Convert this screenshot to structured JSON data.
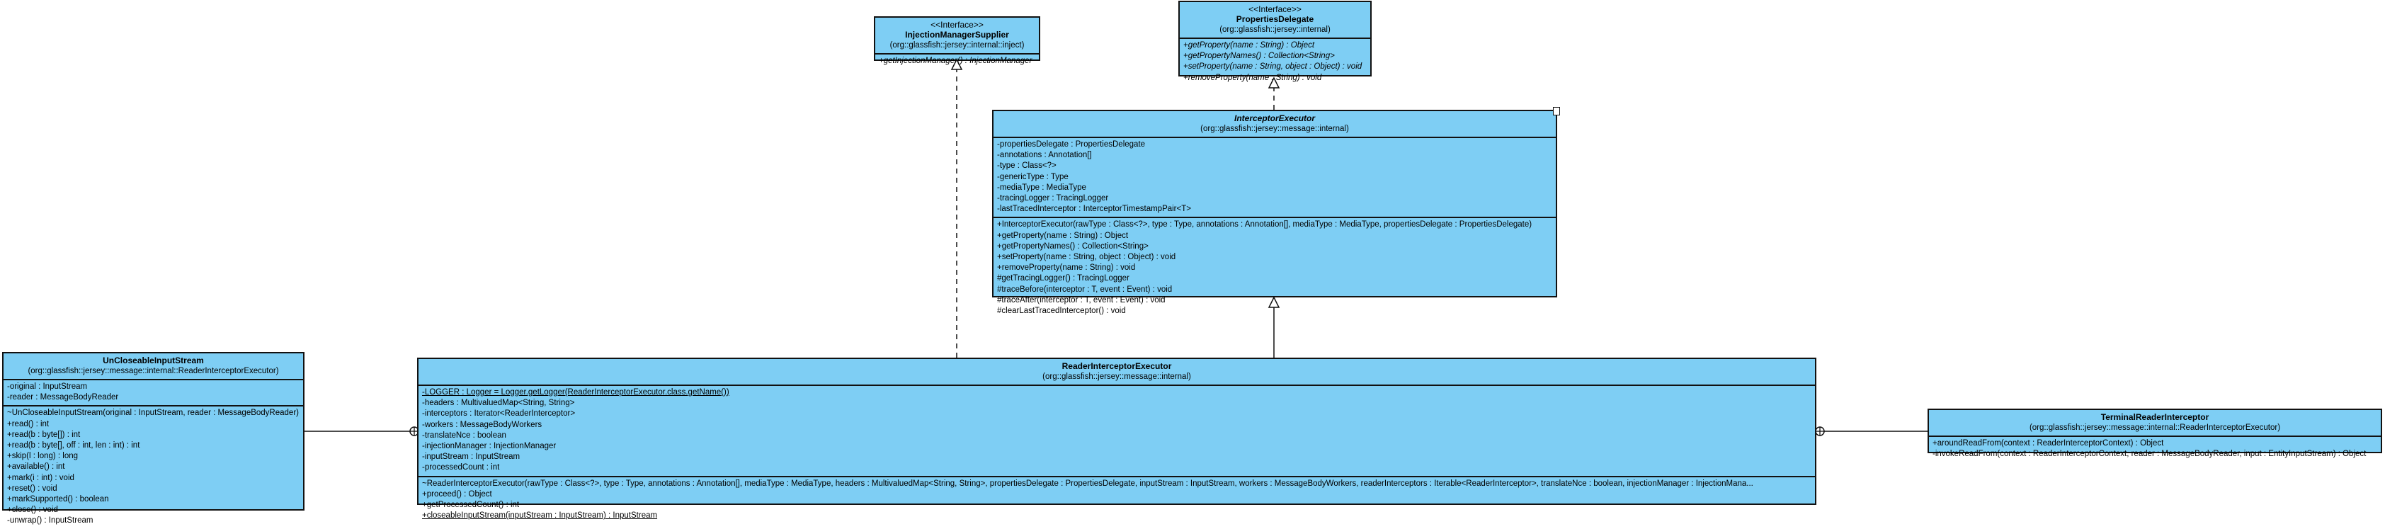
{
  "classes": {
    "injection_manager_supplier": {
      "stereotype": "<<Interface>>",
      "name": "InjectionManagerSupplier",
      "package": "(org::glassfish::jersey::internal::inject)",
      "methods": [
        "+getInjectionManager() : InjectionManager"
      ]
    },
    "properties_delegate": {
      "stereotype": "<<Interface>>",
      "name": "PropertiesDelegate",
      "package": "(org::glassfish::jersey::internal)",
      "methods": [
        "+getProperty(name : String) : Object",
        "+getPropertyNames() : Collection<String>",
        "+setProperty(name : String, object : Object) : void",
        "+removeProperty(name : String) : void"
      ]
    },
    "interceptor_executor": {
      "name": "InterceptorExecutor",
      "package": "(org::glassfish::jersey::message::internal)",
      "attributes": [
        "-propertiesDelegate : PropertiesDelegate",
        "-annotations : Annotation[]",
        "-type : Class<?>",
        "-genericType : Type",
        "-mediaType : MediaType",
        "-tracingLogger : TracingLogger",
        "-lastTracedInterceptor : InterceptorTimestampPair<T>"
      ],
      "methods": [
        "+InterceptorExecutor(rawType : Class<?>, type : Type, annotations : Annotation[], mediaType : MediaType, propertiesDelegate : PropertiesDelegate)",
        "+getProperty(name : String) : Object",
        "+getPropertyNames() : Collection<String>",
        "+setProperty(name : String, object : Object) : void",
        "+removeProperty(name : String) : void",
        "#getTracingLogger() : TracingLogger",
        "#traceBefore(interceptor : T, event : Event) : void",
        "#traceAfter(interceptor : T, event : Event) : void",
        "#clearLastTracedInterceptor() : void"
      ]
    },
    "reader_interceptor_executor": {
      "name": "ReaderInterceptorExecutor",
      "package": "(org::glassfish::jersey::message::internal)",
      "attributes": [
        "-LOGGER : Logger = Logger.getLogger(ReaderInterceptorExecutor.class.getName())",
        "-headers : MultivaluedMap<String, String>",
        "-interceptors : Iterator<ReaderInterceptor>",
        "-workers : MessageBodyWorkers",
        "-translateNce : boolean",
        "-injectionManager : InjectionManager",
        "-inputStream : InputStream",
        "-processedCount : int"
      ],
      "methods": [
        "~ReaderInterceptorExecutor(rawType : Class<?>, type : Type, annotations : Annotation[], mediaType : MediaType, headers : MultivaluedMap<String, String>, propertiesDelegate : PropertiesDelegate, inputStream : InputStream, workers : MessageBodyWorkers, readerInterceptors : Iterable<ReaderInterceptor>, translateNce : boolean, injectionManager : InjectionMana...",
        "+proceed() : Object",
        "+getProcessedCount() : int",
        "+closeableInputStream(inputStream : InputStream) : InputStream"
      ]
    },
    "uncloseable_input_stream": {
      "name": "UnCloseableInputStream",
      "package": "(org::glassfish::jersey::message::internal::ReaderInterceptorExecutor)",
      "attributes": [
        "-original : InputStream",
        "-reader : MessageBodyReader"
      ],
      "methods": [
        "~UnCloseableInputStream(original : InputStream, reader : MessageBodyReader)",
        "+read() : int",
        "+read(b : byte[]) : int",
        "+read(b : byte[], off : int, len : int) : int",
        "+skip(l : long) : long",
        "+available() : int",
        "+mark(i : int) : void",
        "+reset() : void",
        "+markSupported() : boolean",
        "+close() : void",
        "-unwrap() : InputStream"
      ]
    },
    "terminal_reader_interceptor": {
      "name": "TerminalReaderInterceptor",
      "package": "(org::glassfish::jersey::message::internal::ReaderInterceptorExecutor)",
      "methods": [
        "+aroundReadFrom(context : ReaderInterceptorContext) : Object",
        "-invokeReadFrom(context : ReaderInterceptorContext, reader : MessageBodyReader, input : EntityInputStream) : Object"
      ]
    }
  }
}
